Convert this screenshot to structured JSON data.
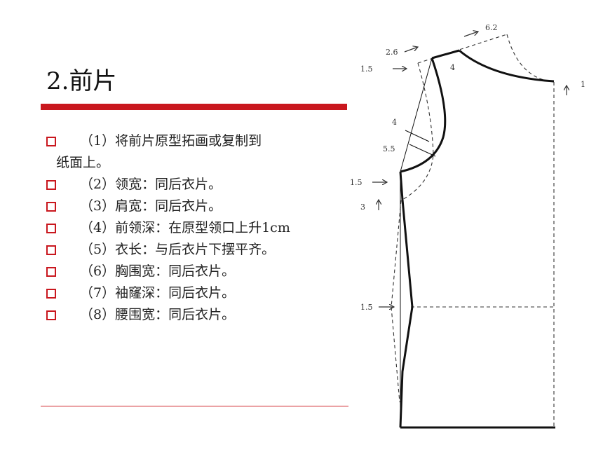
{
  "slide": {
    "title": "2.前片",
    "bullets": [
      {
        "text": "（1）将前片原型拓画或复制到",
        "continuation": "纸面上。"
      },
      {
        "text": "（2）领宽：同后衣片。"
      },
      {
        "text": "（3）肩宽：同后衣片。"
      },
      {
        "text": "（4）前领深：在原型领口上升1cm"
      },
      {
        "text": "（5）衣长：与后衣片下摆平齐。"
      },
      {
        "text": "（6）胸围宽：同后衣片。"
      },
      {
        "text": "（7）袖窿深：同后衣片。"
      },
      {
        "text": "（8）腰围宽：同后衣片。"
      }
    ]
  },
  "diagram": {
    "labels": {
      "shoulder_ext": "6.2",
      "shoulder_in": "2.6",
      "upper_left": "1.5",
      "shoulder_point": "4",
      "neck_raise": "1",
      "armhole_4": "4",
      "armhole_55": "5.5",
      "armhole_bottom": "1.5",
      "side_3": "3",
      "waist": "1.5"
    }
  },
  "colors": {
    "accent": "#c9171e",
    "line": "#111111"
  }
}
